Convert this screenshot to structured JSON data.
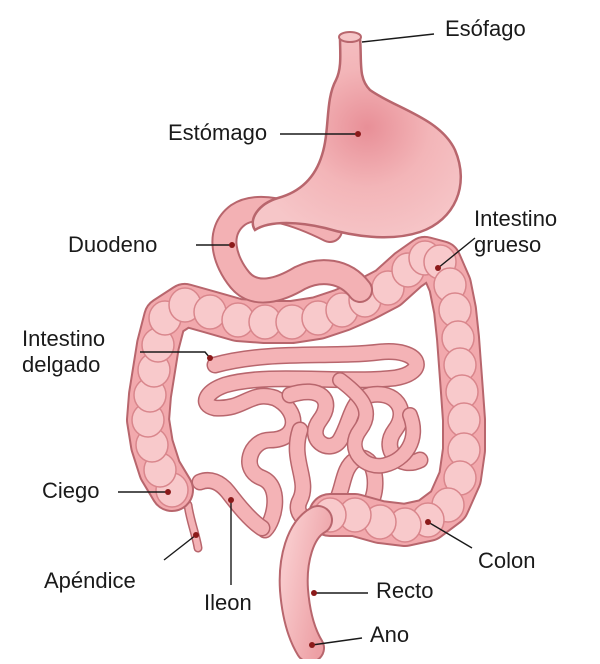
{
  "labels": {
    "esofago": "Esófago",
    "estomago": "Estómago",
    "duodeno": "Duodeno",
    "intestino_grueso": [
      "Intestino",
      "grueso"
    ],
    "intestino_delgado": [
      "Intestino",
      "delgado"
    ],
    "ciego": "Ciego",
    "apendice": "Apéndice",
    "ileon": "Ileon",
    "colon": "Colon",
    "recto": "Recto",
    "ano": "Ano"
  },
  "colors": {
    "tissue": "#f2a9ad",
    "tissue_light": "#f8c9cb",
    "tissue_dark": "#d9868c",
    "outline": "#b8666d",
    "leader": "#1a1a1a",
    "dot": "#8b1a1a"
  }
}
